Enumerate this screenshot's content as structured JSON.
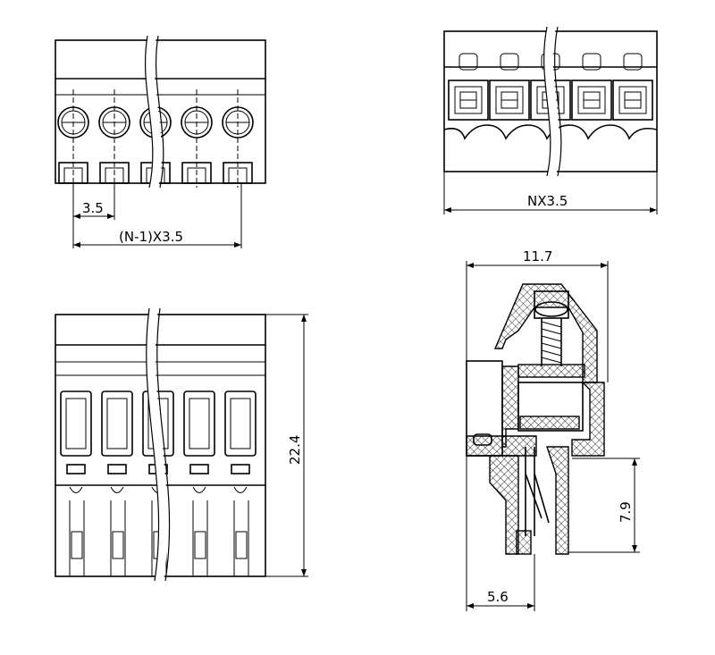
{
  "dimensions": {
    "pitch": "3.5",
    "span": "(N-1)X3.5",
    "total_width": "NX3.5",
    "depth": "11.7",
    "height": "22.4",
    "pin_length": "7.9",
    "pin_offset": "5.6"
  }
}
